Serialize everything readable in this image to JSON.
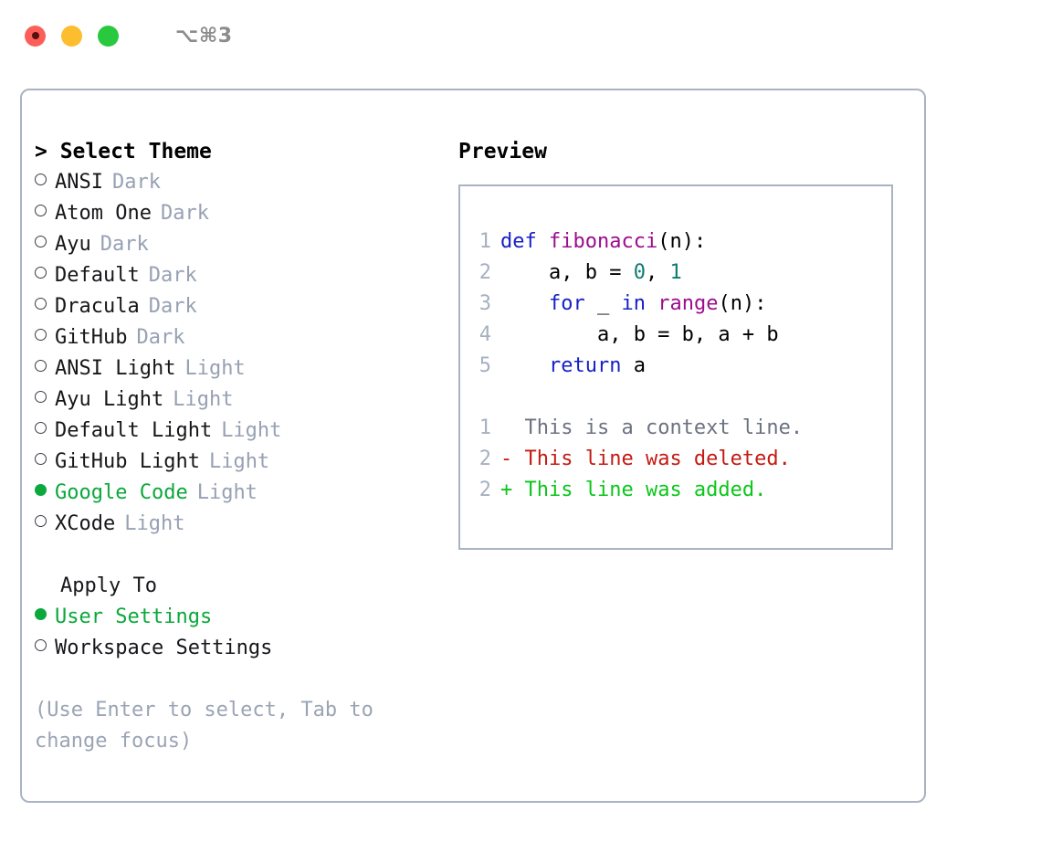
{
  "window": {
    "shortcut": "⌥⌘3",
    "traffic_lights": [
      {
        "name": "close",
        "color": "#fc5f5a"
      },
      {
        "name": "minimize",
        "color": "#fcbe2f"
      },
      {
        "name": "zoom",
        "color": "#28c93f"
      }
    ]
  },
  "theme_picker": {
    "title": "> Select Theme",
    "prompt": ">",
    "title_text": "Select Theme",
    "items": [
      {
        "name": "ANSI",
        "kind": "Dark",
        "selected": false
      },
      {
        "name": "Atom One",
        "kind": "Dark",
        "selected": false
      },
      {
        "name": "Ayu",
        "kind": "Dark",
        "selected": false
      },
      {
        "name": "Default",
        "kind": "Dark",
        "selected": false
      },
      {
        "name": "Dracula",
        "kind": "Dark",
        "selected": false
      },
      {
        "name": "GitHub",
        "kind": "Dark",
        "selected": false
      },
      {
        "name": "ANSI Light",
        "kind": "Light",
        "selected": false
      },
      {
        "name": "Ayu Light",
        "kind": "Light",
        "selected": false
      },
      {
        "name": "Default Light",
        "kind": "Light",
        "selected": false
      },
      {
        "name": "GitHub Light",
        "kind": "Light",
        "selected": false
      },
      {
        "name": "Google Code",
        "kind": "Light",
        "selected": true
      },
      {
        "name": "XCode",
        "kind": "Light",
        "selected": false
      }
    ]
  },
  "apply_to": {
    "label": "Apply To",
    "items": [
      {
        "name": "User Settings",
        "selected": true
      },
      {
        "name": "Workspace Settings",
        "selected": false
      }
    ]
  },
  "hint": "(Use Enter to select, Tab to change focus)",
  "preview": {
    "title": "Preview",
    "code_lines": [
      {
        "number": "1",
        "tokens": [
          {
            "text": "def ",
            "type": "kw"
          },
          {
            "text": "fibonacci",
            "type": "fn"
          },
          {
            "text": "(n):",
            "type": "plain"
          }
        ]
      },
      {
        "number": "2",
        "tokens": [
          {
            "text": "    a, b = ",
            "type": "plain"
          },
          {
            "text": "0",
            "type": "num"
          },
          {
            "text": ", ",
            "type": "plain"
          },
          {
            "text": "1",
            "type": "num"
          }
        ]
      },
      {
        "number": "3",
        "tokens": [
          {
            "text": "    ",
            "type": "plain"
          },
          {
            "text": "for",
            "type": "kw"
          },
          {
            "text": " _ ",
            "type": "plain"
          },
          {
            "text": "in",
            "type": "kw"
          },
          {
            "text": " ",
            "type": "plain"
          },
          {
            "text": "range",
            "type": "fn"
          },
          {
            "text": "(n):",
            "type": "plain"
          }
        ]
      },
      {
        "number": "4",
        "tokens": [
          {
            "text": "        a, b = b, a + b",
            "type": "plain"
          }
        ]
      },
      {
        "number": "5",
        "tokens": [
          {
            "text": "    ",
            "type": "plain"
          },
          {
            "text": "return",
            "type": "kw"
          },
          {
            "text": " a",
            "type": "plain"
          }
        ]
      }
    ],
    "diff_lines": [
      {
        "number": "1",
        "marker": "  ",
        "text": "This is a context line.",
        "type": "ctx"
      },
      {
        "number": "2",
        "marker": "- ",
        "text": "This line was deleted.",
        "type": "del"
      },
      {
        "number": "2",
        "marker": "+ ",
        "text": "This line was added.",
        "type": "add"
      }
    ]
  },
  "colors": {
    "accent_green": "#0ba83b",
    "muted": "#97a1b3",
    "border": "#aab3c2",
    "keyword": "#1721c4",
    "function": "#9c0d8e",
    "number": "#0c7c73",
    "diff_context": "#6b7280",
    "diff_deleted": "#c41a12",
    "diff_added": "#0bc61a"
  }
}
